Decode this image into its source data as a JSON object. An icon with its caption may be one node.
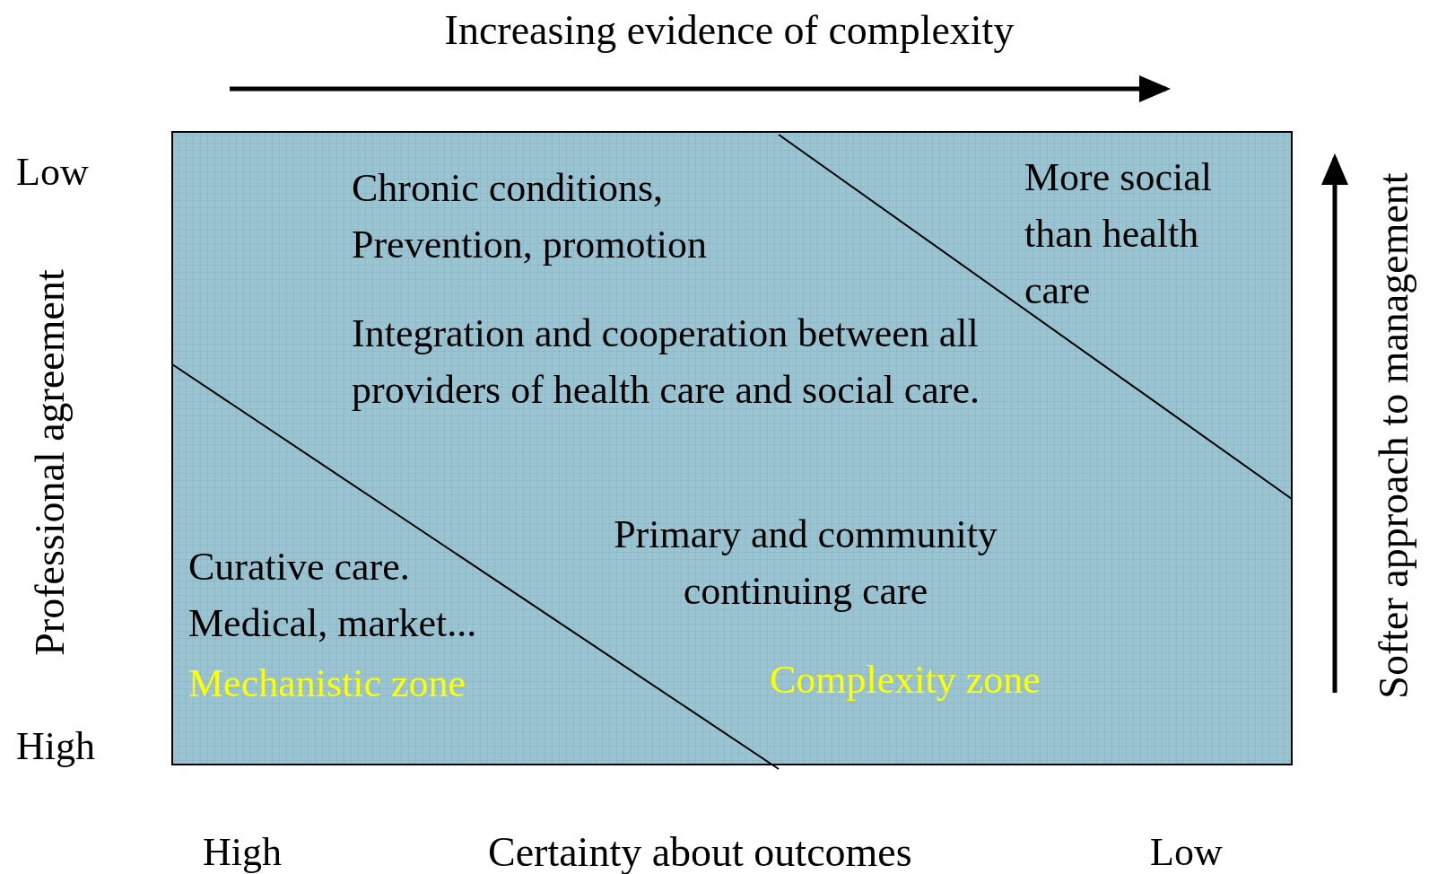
{
  "diagram": {
    "labels": [
      "Increasing evidence of complexity",
      "Low",
      "Chronic conditions, Prevention, promotion",
      "More social than health care",
      "Softer approach to management",
      "Professional agreement",
      "Integration and cooperation between all providers of health care and social care.",
      "Primary and community continuing care",
      "Curative care. Medical, market...",
      "Mechanistic zone",
      "Complexity zone",
      "High",
      "High",
      "Certainty about outcomes",
      "Low"
    ]
  }
}
